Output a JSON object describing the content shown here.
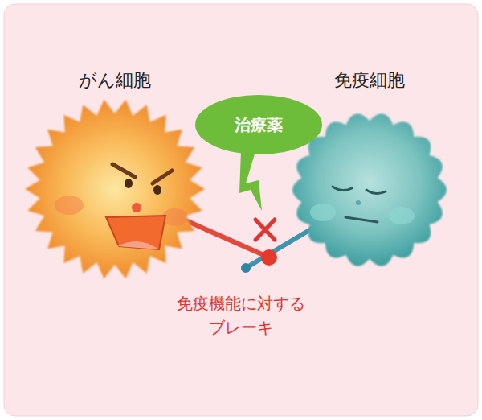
{
  "diagram": {
    "nodes": [
      {
        "text": [
          "がん細胞"
        ]
      },
      {
        "text": [
          "免疫細胞"
        ]
      },
      {
        "text": [
          "治療薬"
        ]
      }
    ],
    "edges": [
      {
        "from": 0,
        "to": 1,
        "arrow": "none"
      }
    ],
    "labels": [
      "免疫機能に対する ブレーキ"
    ]
  }
}
